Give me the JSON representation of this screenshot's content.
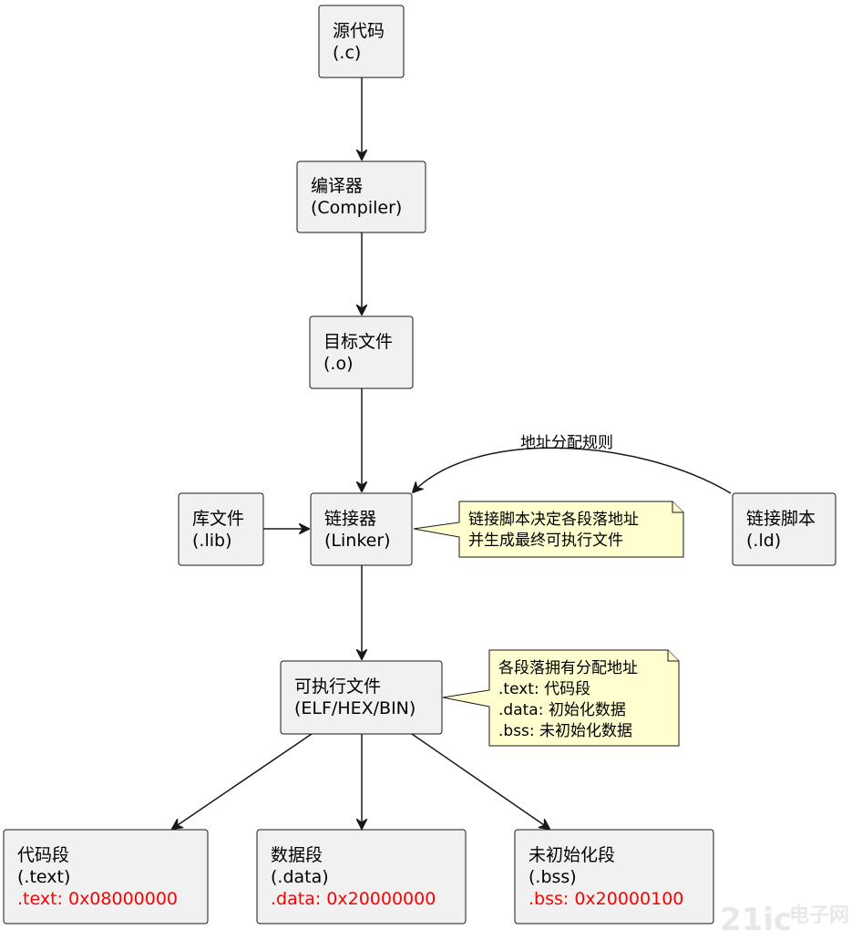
{
  "nodes": {
    "source": {
      "line1": "源代码",
      "line2": "(.c)"
    },
    "compiler": {
      "line1": "编译器",
      "line2": "(Compiler)"
    },
    "object": {
      "line1": "目标文件",
      "line2": "(.o)"
    },
    "library": {
      "line1": "库文件",
      "line2": "(.lib)"
    },
    "linker": {
      "line1": "链接器",
      "line2": "(Linker)"
    },
    "linker_script": {
      "line1": "链接脚本",
      "line2": "(.ld)"
    },
    "executable": {
      "line1": "可执行文件",
      "line2": "(ELF/HEX/BIN)"
    },
    "text_segment": {
      "line1": "代码段",
      "line2": "(.text)",
      "address": ".text: 0x08000000"
    },
    "data_segment": {
      "line1": "数据段",
      "line2": "(.data)",
      "address": ".data: 0x20000000"
    },
    "bss_segment": {
      "line1": "未初始化段",
      "line2": "(.bss)",
      "address": ".bss: 0x20000100"
    }
  },
  "edges": {
    "linker_script_to_linker_label": "地址分配规则"
  },
  "notes": {
    "linker_note": {
      "line1": "链接脚本决定各段落地址",
      "line2": "并生成最终可执行文件"
    },
    "executable_note": {
      "line1": "各段落拥有分配地址",
      "line2": ".text: 代码段",
      "line3": ".data: 初始化数据",
      "line4": ".bss: 未初始化数据"
    }
  },
  "watermark": {
    "text1": "21ic",
    "text2": "电子网"
  },
  "colors": {
    "node_fill": "#f1f1f1",
    "note_fill": "#fefece",
    "address_text": "#ff0000",
    "stroke": "#181818"
  }
}
